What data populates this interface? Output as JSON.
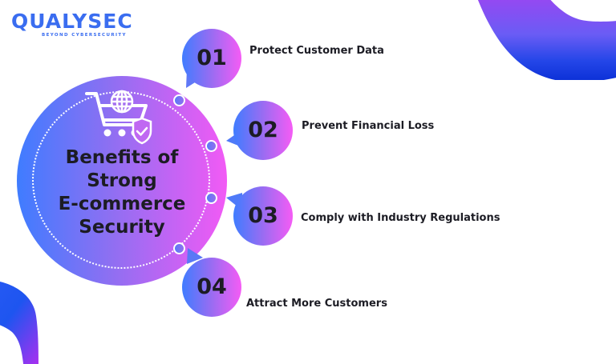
{
  "logo": {
    "name": "QUALYSEC",
    "tagline": "BEYOND CYBERSECURITY",
    "color": "#3a6df0"
  },
  "center": {
    "title_lines": [
      "Benefits of",
      "Strong",
      "E-commerce",
      "Security"
    ],
    "icon": "shopping-cart-globe-shield-icon",
    "gradient": [
      "#3f7cff",
      "#f25af5"
    ]
  },
  "items": [
    {
      "number": "01",
      "label": "Protect Customer Data"
    },
    {
      "number": "02",
      "label": "Prevent Financial Loss"
    },
    {
      "number": "03",
      "label": "Comply with Industry Regulations"
    },
    {
      "number": "04",
      "label": "Attract More Customers"
    }
  ]
}
